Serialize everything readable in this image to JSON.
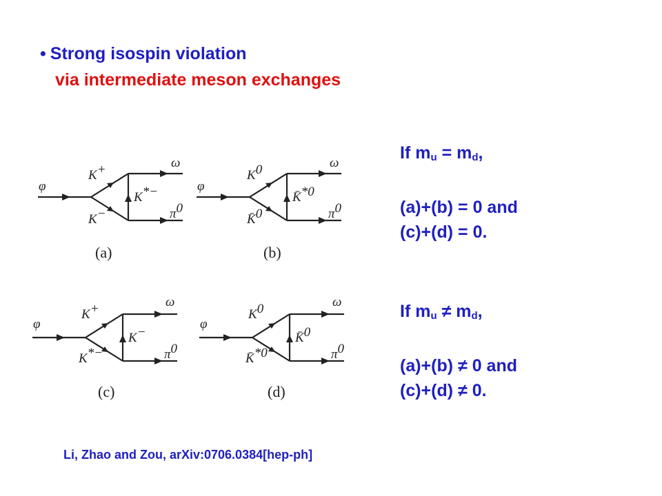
{
  "heading": {
    "bullet": "•",
    "line1": "Strong isospin violation",
    "line2": "via intermediate meson exchanges"
  },
  "condition_equal": {
    "prefix": "If m",
    "sub_u": "u",
    "mid": " = m",
    "sub_d": "d",
    "suffix": ",",
    "result1": "(a)+(b) = 0 and",
    "result2": "(c)+(d) = 0."
  },
  "condition_unequal": {
    "prefix": "If m",
    "sub_u": "u",
    "mid": " ≠ m",
    "sub_d": "d",
    "suffix": ",",
    "result1": "(a)+(b) ≠ 0 and",
    "result2": "(c)+(d) ≠ 0."
  },
  "citation": "Li, Zhao and Zou, arXiv:0706.0384[hep-ph]",
  "diagrams": {
    "a": {
      "caption": "(a)",
      "initial": "φ",
      "upper": "K",
      "upper_sup": "+",
      "lower": "K",
      "lower_sup": "−",
      "exchange": "K",
      "exchange_sup": "*−",
      "out_top": "ω",
      "out_bottom": "π",
      "out_bottom_sup": "0"
    },
    "b": {
      "caption": "(b)",
      "initial": "φ",
      "upper": "K",
      "upper_sup": "0",
      "lower": "K̄",
      "lower_sup": "0",
      "exchange": "K̄",
      "exchange_sup": "*0",
      "out_top": "ω",
      "out_bottom": "π",
      "out_bottom_sup": "0"
    },
    "c": {
      "caption": "(c)",
      "initial": "φ",
      "upper": "K",
      "upper_sup": "+",
      "lower": "K",
      "lower_sup": "*−",
      "exchange": "K",
      "exchange_sup": "−",
      "out_top": "ω",
      "out_bottom": "π",
      "out_bottom_sup": "0"
    },
    "d": {
      "caption": "(d)",
      "initial": "φ",
      "upper": "K",
      "upper_sup": "0",
      "lower": "K̄",
      "lower_sup": "*0",
      "exchange": "K̄",
      "exchange_sup": "0",
      "out_top": "ω",
      "out_bottom": "π",
      "out_bottom_sup": "0"
    }
  }
}
